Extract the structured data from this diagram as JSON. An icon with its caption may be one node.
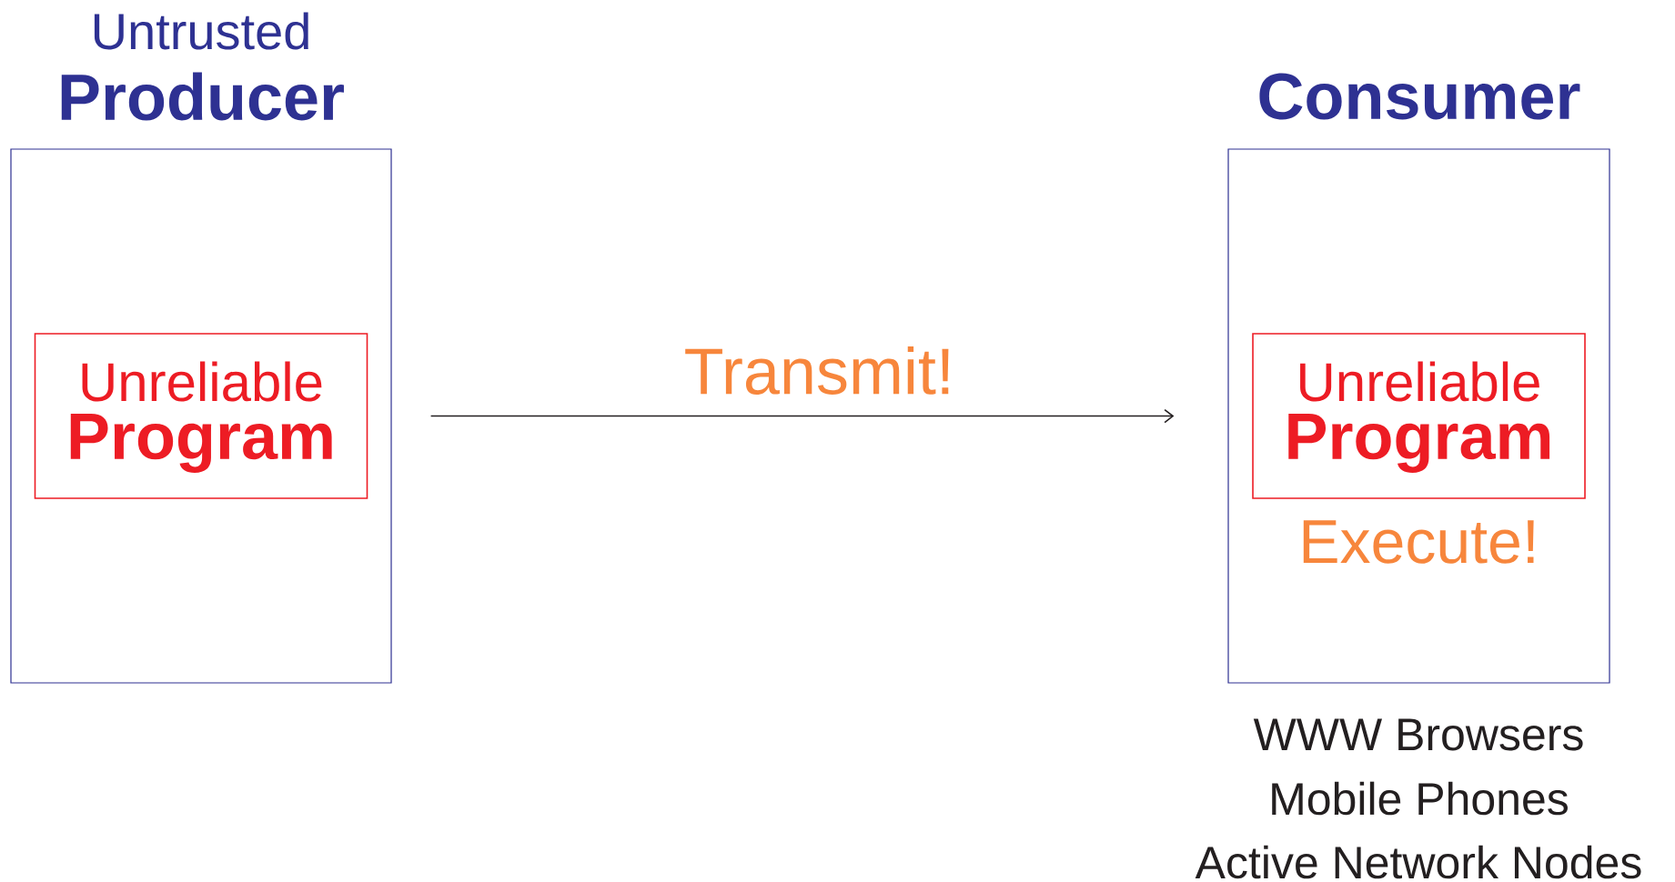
{
  "diagram": {
    "nodes": [
      {
        "text": [
          "Untrusted",
          "Producer"
        ]
      },
      {
        "text": [
          "Unreliable",
          "Program"
        ],
        "in": 0
      },
      {
        "text": [
          "Consumer"
        ],
        "beside": [
          "WWW Browsers",
          "Mobile Phones",
          "Active Network Nodes"
        ]
      },
      {
        "text": [
          "Unreliable",
          "Program"
        ],
        "in": 2,
        "beside": [
          "Execute!"
        ]
      }
    ],
    "edges": [
      {
        "from": 0,
        "to": 2,
        "arrow": "to",
        "label": "Transmit!"
      }
    ]
  }
}
